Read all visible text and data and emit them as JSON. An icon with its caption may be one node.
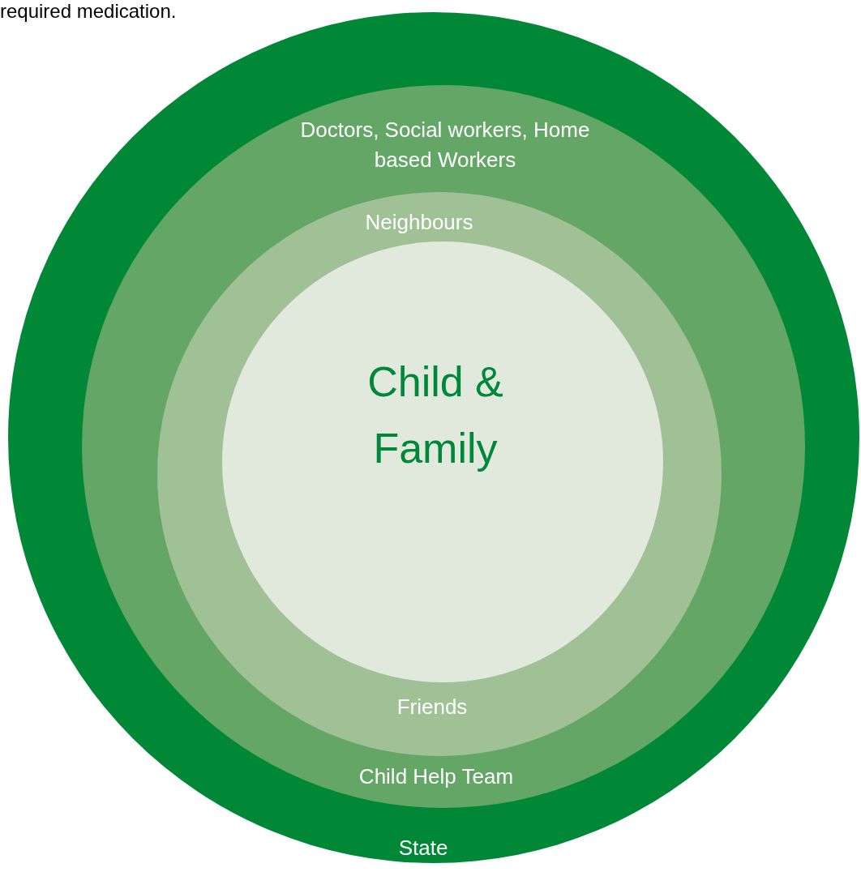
{
  "diagram": {
    "nodes": [
      {
        "text": [
          "State"
        ]
      },
      {
        "text": [
          "Doctors, Social workers, Home based Workers",
          "Child Help Team"
        ],
        "in": 0
      },
      {
        "text": [
          "Neighbours",
          "Friends"
        ],
        "in": 1
      },
      {
        "text": [
          "Child & Family"
        ],
        "in": 2
      }
    ],
    "labels": [
      "required medication."
    ]
  }
}
